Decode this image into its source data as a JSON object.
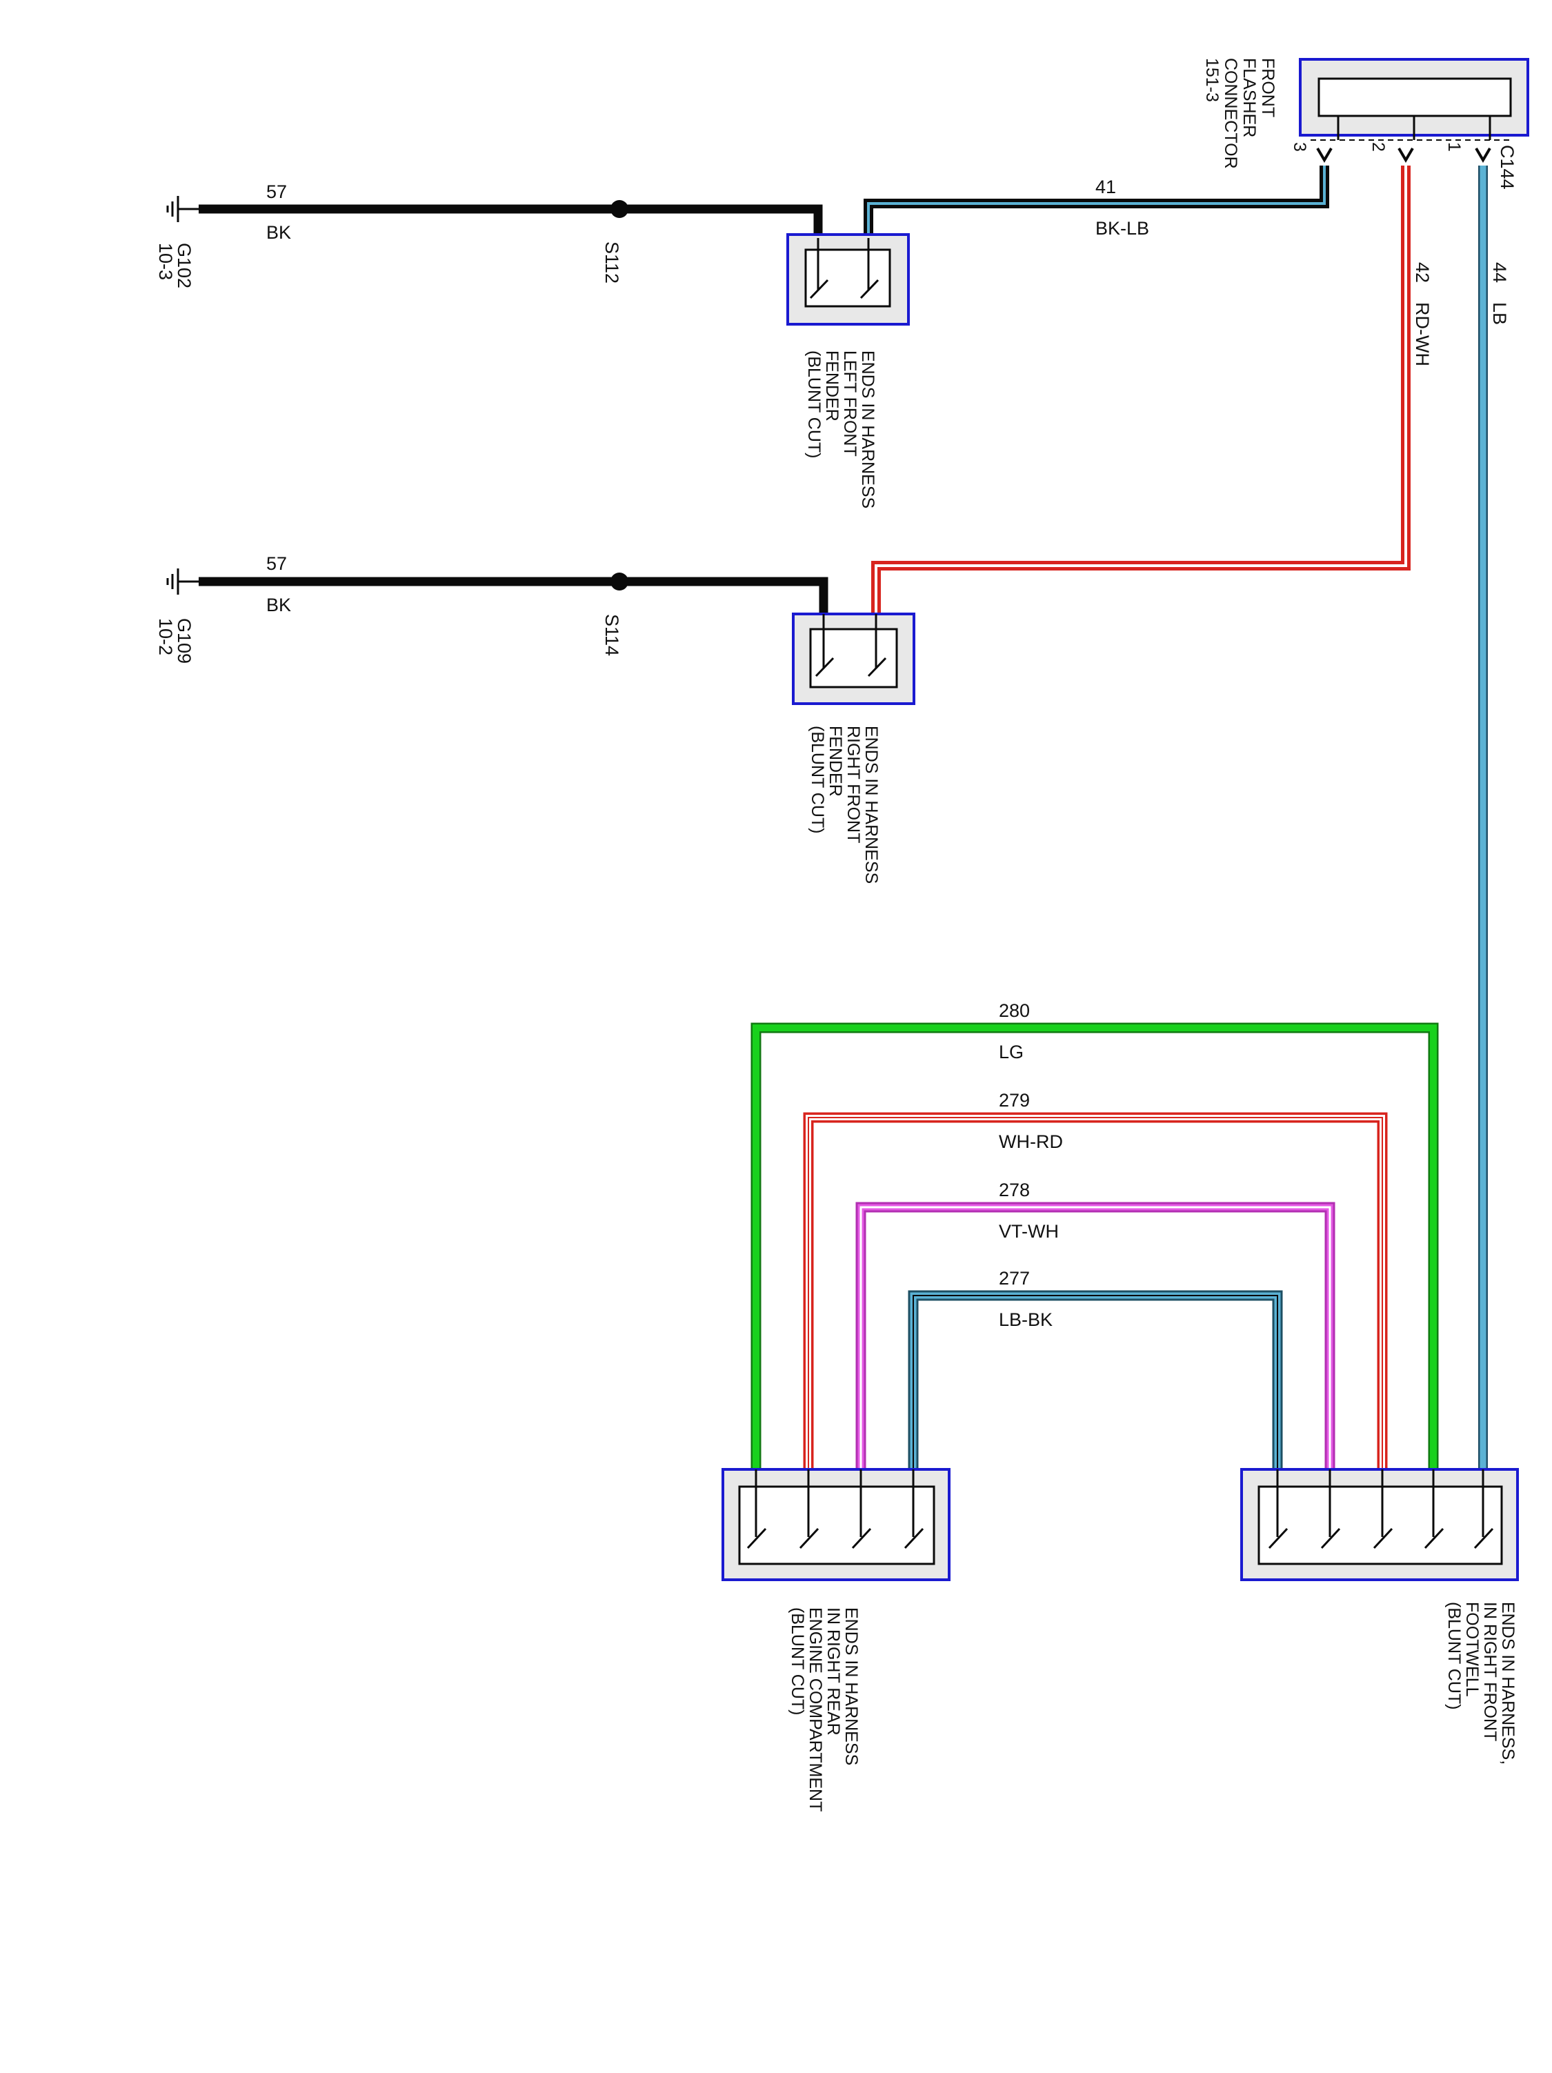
{
  "colors": {
    "BK": "#0a0a0a",
    "LB": "#5bb2d4",
    "RD": "#d8241e",
    "WH": "#ffffff",
    "LG": "#19d11d",
    "VT": "#d640d6",
    "connector_border": "#1a1ad0",
    "connector_fill": "#e8e8e8"
  },
  "front_flasher": {
    "caption": [
      "FRONT",
      "FLASHER",
      "CONNECTOR",
      "151-3"
    ],
    "id": "C144",
    "pins": [
      "3",
      "2",
      "1"
    ]
  },
  "wires": {
    "w57_top": {
      "circuit": "57",
      "color": "BK"
    },
    "w41": {
      "circuit": "41",
      "color": "BK-LB"
    },
    "w57_bottom": {
      "circuit": "57",
      "color": "BK"
    },
    "w42": {
      "circuit": "42",
      "color": "RD-WH"
    },
    "w44": {
      "circuit": "44",
      "color": "LB"
    },
    "w280": {
      "circuit": "280",
      "color": "LG"
    },
    "w279": {
      "circuit": "279",
      "color": "WH-RD"
    },
    "w278": {
      "circuit": "278",
      "color": "VT-WH"
    },
    "w277": {
      "circuit": "277",
      "color": "LB-BK"
    }
  },
  "grounds": {
    "g102": {
      "name": "G102",
      "ref": "10-3"
    },
    "g109": {
      "name": "G109",
      "ref": "10-2"
    }
  },
  "splices": {
    "s112": "S112",
    "s114": "S114"
  },
  "harness_ends": {
    "left_front_fender": [
      "ENDS IN HARNESS",
      "LEFT FRONT",
      "FENDER",
      "(BLUNT CUT)"
    ],
    "right_front_fender": [
      "ENDS IN HARNESS",
      "RIGHT FRONT",
      "FENDER",
      "(BLUNT CUT)"
    ],
    "right_rear_engine": [
      "ENDS IN HARNESS",
      "IN RIGHT REAR",
      "ENGINE COMPARTMENT",
      "(BLUNT CUT)"
    ],
    "right_front_footwell": [
      "ENDS IN HARNESS,",
      "IN RIGHT FRONT",
      "FOOTWELL",
      "(BLUNT CUT)"
    ]
  }
}
